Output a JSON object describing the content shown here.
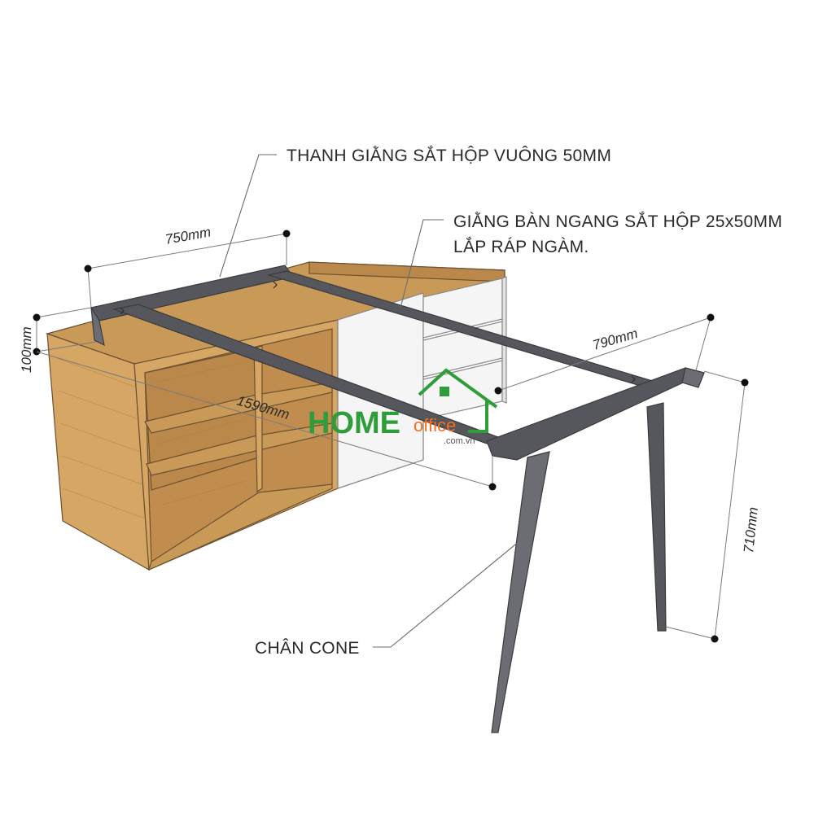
{
  "callouts": {
    "crossbar": "THANH GIẰNG SẮT HỘP VUÔNG 50MM",
    "side_brace_line1": "GIẰNG BÀN NGANG SẮT HỘP 25x50MM",
    "side_brace_line2": "LẮP RÁP NGÀM.",
    "leg": "CHÂN CONE"
  },
  "dimensions": {
    "width_750": "750mm",
    "height_100": "100mm",
    "length_1590": "1590mm",
    "depth_790": "790mm",
    "height_710": "710mm"
  },
  "logo": {
    "home": "HOME",
    "office": "office",
    "domain": ".com.vn",
    "brand_green": "#2e9d3a",
    "brand_orange": "#f26f21"
  },
  "colors": {
    "steel": "#55575c",
    "wood": "#c99a57",
    "drawer": "#f5f5f5"
  }
}
